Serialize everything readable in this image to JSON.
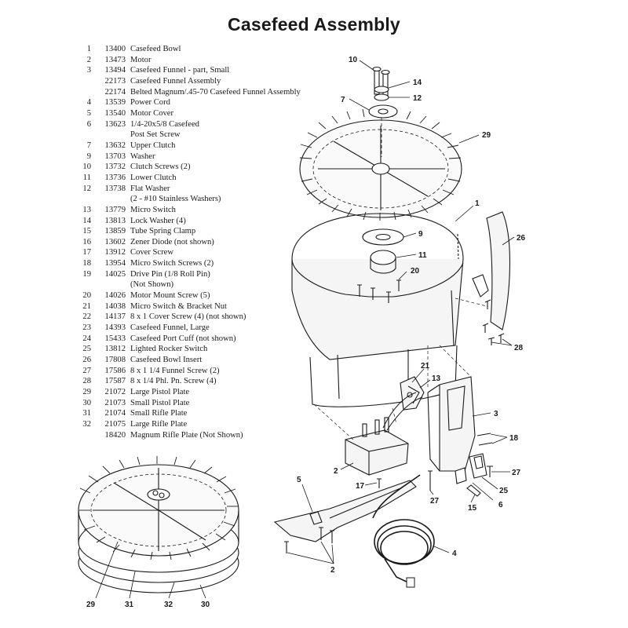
{
  "title": "Casefeed Assembly",
  "parts": [
    {
      "idx": "1",
      "num": "13400",
      "desc": "Casefeed Bowl"
    },
    {
      "idx": "2",
      "num": "13473",
      "desc": "Motor"
    },
    {
      "idx": "3",
      "num": "13494",
      "desc": "Casefeed Funnel - part, Small"
    },
    {
      "idx": "",
      "num": "22173",
      "desc": "Casefeed Funnel Assembly"
    },
    {
      "idx": "",
      "num": "22174",
      "desc": "Belted Magnum/.45-70 Casefeed Funnel Assembly"
    },
    {
      "idx": "4",
      "num": "13539",
      "desc": "Power Cord"
    },
    {
      "idx": "5",
      "num": "13540",
      "desc": "Motor Cover"
    },
    {
      "idx": "6",
      "num": "13623",
      "desc": "1/4-20x5/8 Casefeed"
    },
    {
      "idx": "",
      "num": "",
      "desc": "Post Set Screw"
    },
    {
      "idx": "7",
      "num": "13632",
      "desc": "Upper Clutch"
    },
    {
      "idx": "9",
      "num": "13703",
      "desc": "Washer"
    },
    {
      "idx": "10",
      "num": "13732",
      "desc": "Clutch Screws (2)"
    },
    {
      "idx": "11",
      "num": "13736",
      "desc": "Lower Clutch"
    },
    {
      "idx": "12",
      "num": "13738",
      "desc": "Flat Washer"
    },
    {
      "idx": "",
      "num": "",
      "desc": "(2 - #10 Stainless Washers)"
    },
    {
      "idx": "13",
      "num": "13779",
      "desc": "Micro Switch"
    },
    {
      "idx": "14",
      "num": "13813",
      "desc": "Lock Washer (4)"
    },
    {
      "idx": "15",
      "num": "13859",
      "desc": "Tube Spring Clamp"
    },
    {
      "idx": "16",
      "num": "13602",
      "desc": "Zener Diode (not shown)"
    },
    {
      "idx": "17",
      "num": "13912",
      "desc": "Cover Screw"
    },
    {
      "idx": "18",
      "num": "13954",
      "desc": "Micro Switch Screws (2)"
    },
    {
      "idx": "19",
      "num": "14025",
      "desc": "Drive Pin (1/8 Roll Pin)"
    },
    {
      "idx": "",
      "num": "",
      "desc": "(Not Shown)"
    },
    {
      "idx": "20",
      "num": "14026",
      "desc": "Motor Mount Screw (5)"
    },
    {
      "idx": "21",
      "num": "14038",
      "desc": "Micro Switch & Bracket Nut"
    },
    {
      "idx": "22",
      "num": "14137",
      "desc": "8 x 1 Cover Screw (4) (not shown)"
    },
    {
      "idx": "23",
      "num": "14393",
      "desc": "Casefeed Funnel, Large"
    },
    {
      "idx": "24",
      "num": "15433",
      "desc": "Casefeed Port Cuff (not shown)"
    },
    {
      "idx": "25",
      "num": "13812",
      "desc": "Lighted Rocker Switch"
    },
    {
      "idx": "26",
      "num": "17808",
      "desc": "Casefeed Bowl Insert"
    },
    {
      "idx": "27",
      "num": "17586",
      "desc": "8 x 1 1/4 Funnel Screw (2)"
    },
    {
      "idx": "28",
      "num": "17587",
      "desc": "8 x 1/4 Phl. Pn. Screw (4)"
    },
    {
      "idx": "29",
      "num": "21072",
      "desc": "Large Pistol Plate"
    },
    {
      "idx": "30",
      "num": "21073",
      "desc": "Small Pistol Plate"
    },
    {
      "idx": "31",
      "num": "21074",
      "desc": "Small Rifle Plate"
    },
    {
      "idx": "32",
      "num": "21075",
      "desc": "Large Rifle Plate"
    },
    {
      "idx": "",
      "num": "18420",
      "desc": "Magnum Rifle Plate (Not Shown)"
    }
  ],
  "callouts": {
    "c10": "10",
    "c14": "14",
    "c12": "12",
    "c7": "7",
    "c29": "29",
    "c1": "1",
    "c9": "9",
    "c26": "26",
    "c11": "11",
    "c20": "20",
    "c28": "28",
    "c21": "21",
    "c13": "13",
    "c3": "3",
    "c18": "18",
    "c2a": "2",
    "c27a": "27",
    "c17": "17",
    "c27b": "27",
    "c25": "25",
    "c15": "15",
    "c6": "6",
    "c5": "5",
    "c4": "4",
    "c2b": "2",
    "c29b": "29",
    "c31": "31",
    "c32": "32",
    "c30": "30"
  }
}
